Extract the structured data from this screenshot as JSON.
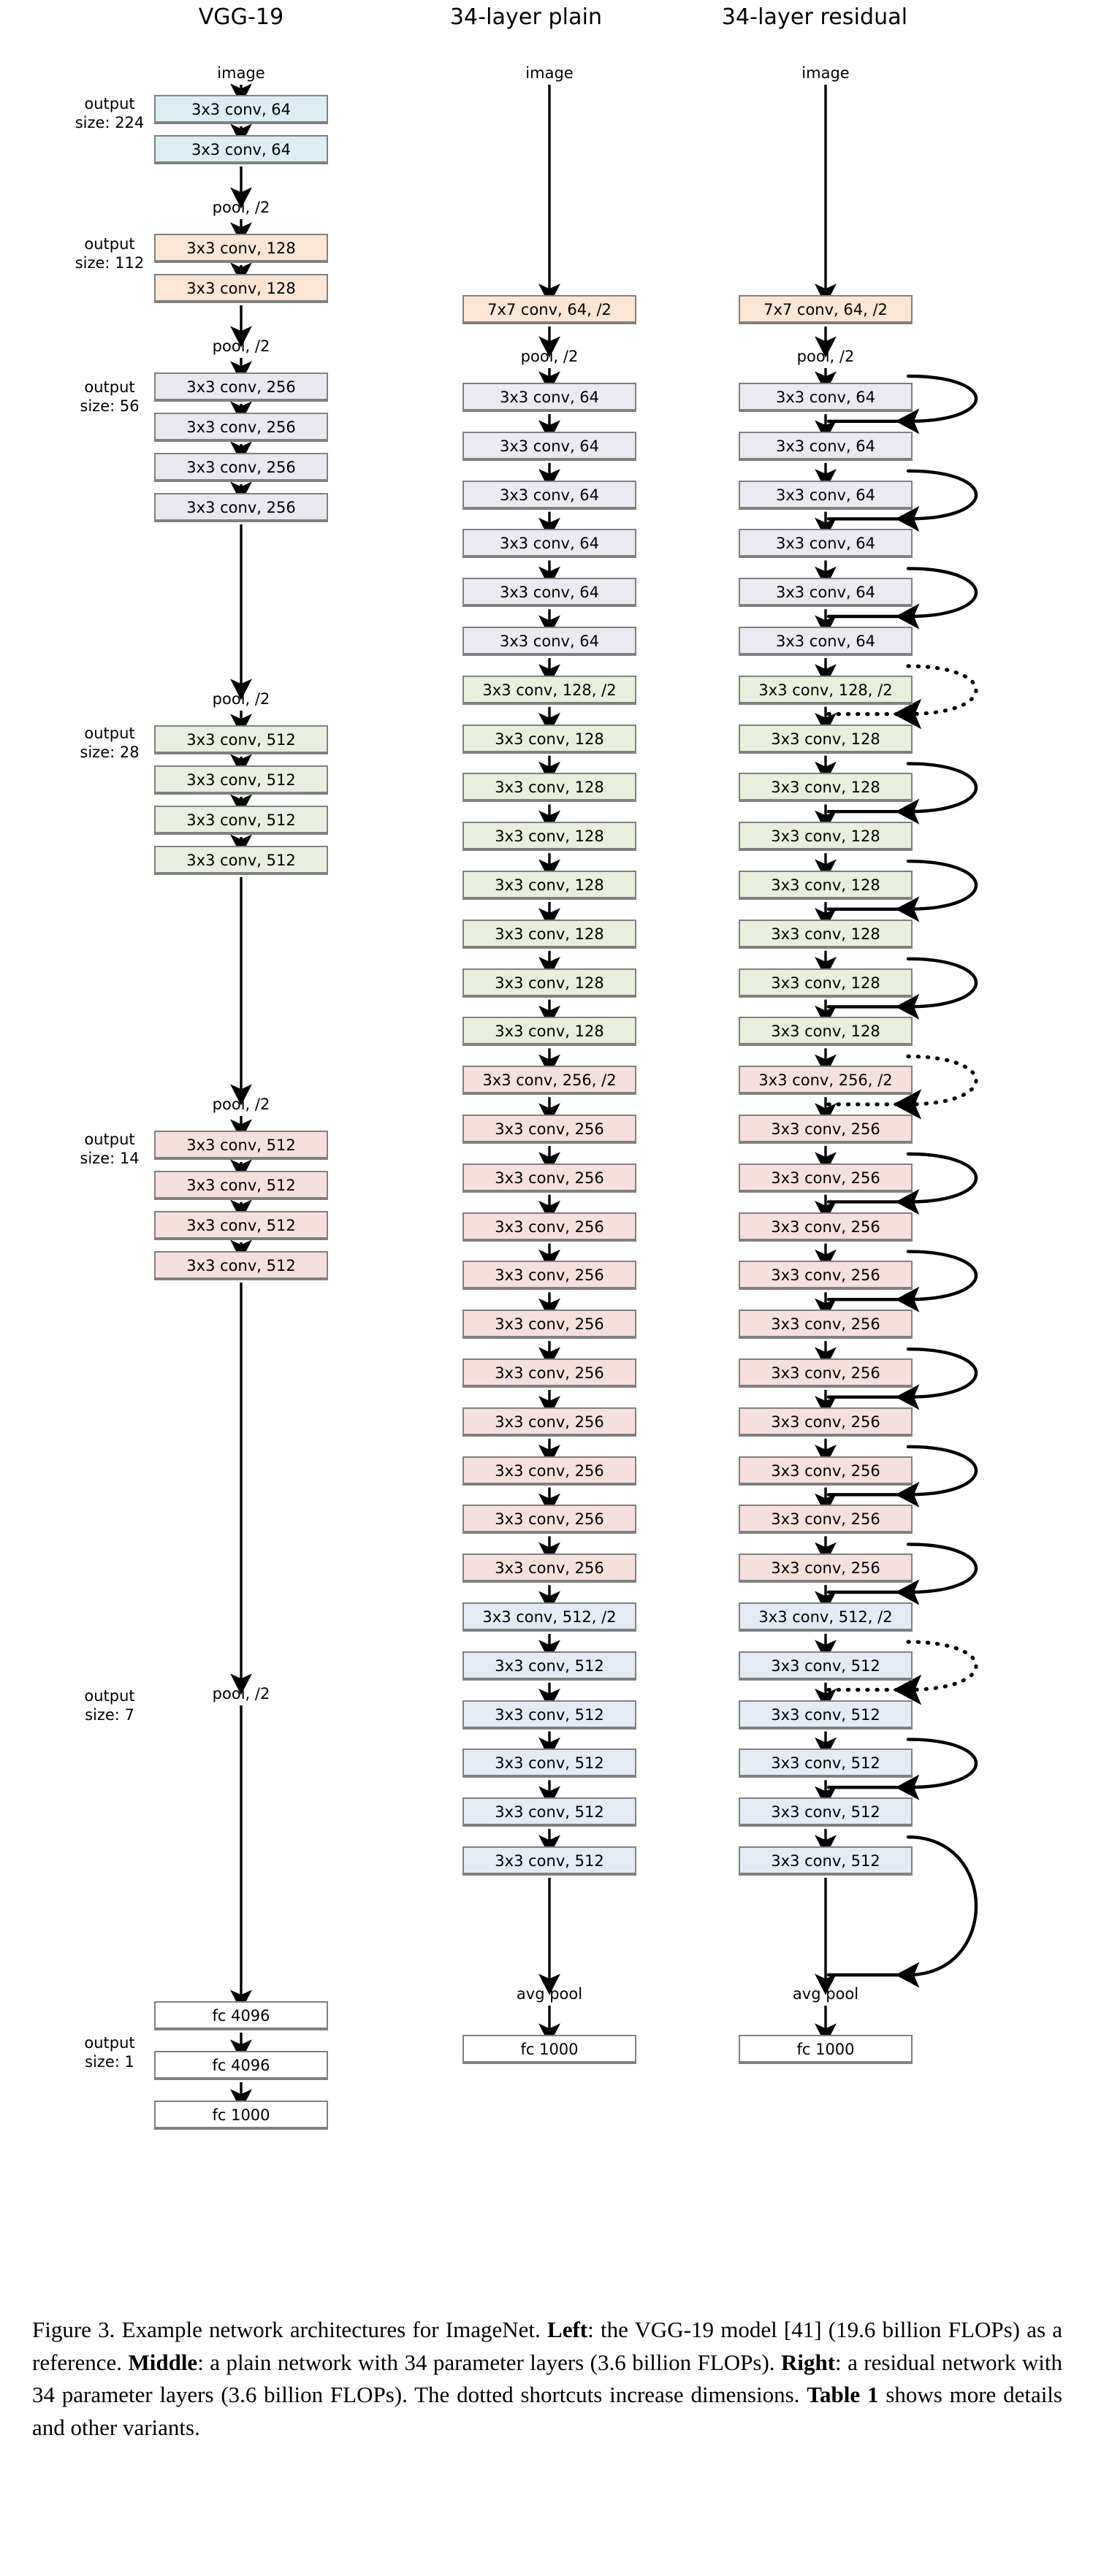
{
  "figure": {
    "number": "Figure 3.",
    "caption_parts": [
      {
        "t": "Figure 3. Example network architectures for ImageNet. ",
        "b": false
      },
      {
        "t": "Left",
        "b": true
      },
      {
        "t": ": the VGG-19 model [41] (19.6 billion FLOPs) as a reference. ",
        "b": false
      },
      {
        "t": "Middle",
        "b": true
      },
      {
        "t": ": a plain network with 34 parameter layers (3.6 billion FLOPs). ",
        "b": false
      },
      {
        "t": "Right",
        "b": true
      },
      {
        "t": ": a residual network with 34 parameter layers (3.6 billion FLOPs). The dotted shortcuts increase dimensions. ",
        "b": false
      },
      {
        "t": "Table 1",
        "b": true
      },
      {
        "t": " shows more details and other variants.",
        "b": false
      }
    ],
    "caption_text": "Figure 3. Example network architectures for ImageNet. Left: the VGG-19 model [41] (19.6 billion FLOPs) as a reference. Middle: a plain network with 34 parameter layers (3.6 billion FLOPs). Right: a residual network with 34 parameter layers (3.6 billion FLOPs). The dotted shortcuts increase dimensions. Table 1 shows more details and other variants."
  },
  "columns": [
    {
      "id": "vgg19",
      "title": "VGG-19",
      "input_label": "image"
    },
    {
      "id": "plain34",
      "title": "34-layer plain",
      "input_label": "image"
    },
    {
      "id": "res34",
      "title": "34-layer residual",
      "input_label": "image"
    }
  ],
  "output_sizes": [
    {
      "line1": "output",
      "line2": "size: 224"
    },
    {
      "line1": "output",
      "line2": "size: 112"
    },
    {
      "line1": "output",
      "line2": "size: 56"
    },
    {
      "line1": "output",
      "line2": "size: 28"
    },
    {
      "line1": "output",
      "line2": "size: 14"
    },
    {
      "line1": "output",
      "line2": "size: 7"
    },
    {
      "line1": "output",
      "line2": "size: 1"
    }
  ],
  "palette": {
    "conv64": "#dceef3",
    "conv128_vgg": "#fbe6d5",
    "conv256_vgg": "#e9e7f0",
    "conv512a_vgg": "#e8efe0",
    "conv512b_vgg": "#f6e0dd",
    "stem7x7": "#fbe6d5",
    "block64": "#ebe9f1",
    "block128": "#e8efdc",
    "block256": "#f6e0dd",
    "block512": "#e4ebf5",
    "fc": "#ffffff",
    "border": "#808080",
    "arrow": "#000000"
  },
  "vgg19_nodes": [
    {
      "k": "text",
      "label": "image"
    },
    {
      "k": "box",
      "label": "3x3 conv, 64",
      "fill": "conv64"
    },
    {
      "k": "box",
      "label": "3x3 conv, 64",
      "fill": "conv64"
    },
    {
      "k": "text",
      "label": "pool, /2"
    },
    {
      "k": "box",
      "label": "3x3 conv, 128",
      "fill": "conv128_vgg"
    },
    {
      "k": "box",
      "label": "3x3 conv, 128",
      "fill": "conv128_vgg"
    },
    {
      "k": "text",
      "label": "pool, /2"
    },
    {
      "k": "box",
      "label": "3x3 conv, 256",
      "fill": "conv256_vgg"
    },
    {
      "k": "box",
      "label": "3x3 conv, 256",
      "fill": "conv256_vgg"
    },
    {
      "k": "box",
      "label": "3x3 conv, 256",
      "fill": "conv256_vgg"
    },
    {
      "k": "box",
      "label": "3x3 conv, 256",
      "fill": "conv256_vgg"
    },
    {
      "k": "text",
      "label": "pool, /2"
    },
    {
      "k": "box",
      "label": "3x3 conv, 512",
      "fill": "conv512a_vgg"
    },
    {
      "k": "box",
      "label": "3x3 conv, 512",
      "fill": "conv512a_vgg"
    },
    {
      "k": "box",
      "label": "3x3 conv, 512",
      "fill": "conv512a_vgg"
    },
    {
      "k": "box",
      "label": "3x3 conv, 512",
      "fill": "conv512a_vgg"
    },
    {
      "k": "text",
      "label": "pool, /2"
    },
    {
      "k": "box",
      "label": "3x3 conv, 512",
      "fill": "conv512b_vgg"
    },
    {
      "k": "box",
      "label": "3x3 conv, 512",
      "fill": "conv512b_vgg"
    },
    {
      "k": "box",
      "label": "3x3 conv, 512",
      "fill": "conv512b_vgg"
    },
    {
      "k": "box",
      "label": "3x3 conv, 512",
      "fill": "conv512b_vgg"
    },
    {
      "k": "text",
      "label": "pool, /2"
    },
    {
      "k": "box",
      "label": "fc 4096",
      "fill": "fc"
    },
    {
      "k": "box",
      "label": "fc 4096",
      "fill": "fc"
    },
    {
      "k": "box",
      "label": "fc 1000",
      "fill": "fc"
    }
  ],
  "plain34_nodes": [
    {
      "k": "text",
      "label": "image"
    },
    {
      "k": "box",
      "label": "7x7 conv, 64, /2",
      "fill": "stem7x7"
    },
    {
      "k": "text",
      "label": "pool, /2"
    },
    {
      "k": "box",
      "label": "3x3 conv, 64",
      "fill": "block64"
    },
    {
      "k": "box",
      "label": "3x3 conv, 64",
      "fill": "block64"
    },
    {
      "k": "box",
      "label": "3x3 conv, 64",
      "fill": "block64"
    },
    {
      "k": "box",
      "label": "3x3 conv, 64",
      "fill": "block64"
    },
    {
      "k": "box",
      "label": "3x3 conv, 64",
      "fill": "block64"
    },
    {
      "k": "box",
      "label": "3x3 conv, 64",
      "fill": "block64"
    },
    {
      "k": "box",
      "label": "3x3 conv, 128, /2",
      "fill": "block128"
    },
    {
      "k": "box",
      "label": "3x3 conv, 128",
      "fill": "block128"
    },
    {
      "k": "box",
      "label": "3x3 conv, 128",
      "fill": "block128"
    },
    {
      "k": "box",
      "label": "3x3 conv, 128",
      "fill": "block128"
    },
    {
      "k": "box",
      "label": "3x3 conv, 128",
      "fill": "block128"
    },
    {
      "k": "box",
      "label": "3x3 conv, 128",
      "fill": "block128"
    },
    {
      "k": "box",
      "label": "3x3 conv, 128",
      "fill": "block128"
    },
    {
      "k": "box",
      "label": "3x3 conv, 128",
      "fill": "block128"
    },
    {
      "k": "box",
      "label": "3x3 conv, 256, /2",
      "fill": "block256"
    },
    {
      "k": "box",
      "label": "3x3 conv, 256",
      "fill": "block256"
    },
    {
      "k": "box",
      "label": "3x3 conv, 256",
      "fill": "block256"
    },
    {
      "k": "box",
      "label": "3x3 conv, 256",
      "fill": "block256"
    },
    {
      "k": "box",
      "label": "3x3 conv, 256",
      "fill": "block256"
    },
    {
      "k": "box",
      "label": "3x3 conv, 256",
      "fill": "block256"
    },
    {
      "k": "box",
      "label": "3x3 conv, 256",
      "fill": "block256"
    },
    {
      "k": "box",
      "label": "3x3 conv, 256",
      "fill": "block256"
    },
    {
      "k": "box",
      "label": "3x3 conv, 256",
      "fill": "block256"
    },
    {
      "k": "box",
      "label": "3x3 conv, 256",
      "fill": "block256"
    },
    {
      "k": "box",
      "label": "3x3 conv, 256",
      "fill": "block256"
    },
    {
      "k": "box",
      "label": "3x3 conv, 512, /2",
      "fill": "block512"
    },
    {
      "k": "box",
      "label": "3x3 conv, 512",
      "fill": "block512"
    },
    {
      "k": "box",
      "label": "3x3 conv, 512",
      "fill": "block512"
    },
    {
      "k": "box",
      "label": "3x3 conv, 512",
      "fill": "block512"
    },
    {
      "k": "box",
      "label": "3x3 conv, 512",
      "fill": "block512"
    },
    {
      "k": "box",
      "label": "3x3 conv, 512",
      "fill": "block512"
    },
    {
      "k": "text",
      "label": "avg pool"
    },
    {
      "k": "box",
      "label": "fc 1000",
      "fill": "fc"
    }
  ],
  "res34_nodes": [
    {
      "k": "text",
      "label": "image"
    },
    {
      "k": "box",
      "label": "7x7 conv, 64, /2",
      "fill": "stem7x7"
    },
    {
      "k": "text",
      "label": "pool, /2"
    },
    {
      "k": "box",
      "label": "3x3 conv, 64",
      "fill": "block64"
    },
    {
      "k": "box",
      "label": "3x3 conv, 64",
      "fill": "block64"
    },
    {
      "k": "box",
      "label": "3x3 conv, 64",
      "fill": "block64"
    },
    {
      "k": "box",
      "label": "3x3 conv, 64",
      "fill": "block64"
    },
    {
      "k": "box",
      "label": "3x3 conv, 64",
      "fill": "block64"
    },
    {
      "k": "box",
      "label": "3x3 conv, 64",
      "fill": "block64"
    },
    {
      "k": "box",
      "label": "3x3 conv, 128, /2",
      "fill": "block128"
    },
    {
      "k": "box",
      "label": "3x3 conv, 128",
      "fill": "block128"
    },
    {
      "k": "box",
      "label": "3x3 conv, 128",
      "fill": "block128"
    },
    {
      "k": "box",
      "label": "3x3 conv, 128",
      "fill": "block128"
    },
    {
      "k": "box",
      "label": "3x3 conv, 128",
      "fill": "block128"
    },
    {
      "k": "box",
      "label": "3x3 conv, 128",
      "fill": "block128"
    },
    {
      "k": "box",
      "label": "3x3 conv, 128",
      "fill": "block128"
    },
    {
      "k": "box",
      "label": "3x3 conv, 128",
      "fill": "block128"
    },
    {
      "k": "box",
      "label": "3x3 conv, 256, /2",
      "fill": "block256"
    },
    {
      "k": "box",
      "label": "3x3 conv, 256",
      "fill": "block256"
    },
    {
      "k": "box",
      "label": "3x3 conv, 256",
      "fill": "block256"
    },
    {
      "k": "box",
      "label": "3x3 conv, 256",
      "fill": "block256"
    },
    {
      "k": "box",
      "label": "3x3 conv, 256",
      "fill": "block256"
    },
    {
      "k": "box",
      "label": "3x3 conv, 256",
      "fill": "block256"
    },
    {
      "k": "box",
      "label": "3x3 conv, 256",
      "fill": "block256"
    },
    {
      "k": "box",
      "label": "3x3 conv, 256",
      "fill": "block256"
    },
    {
      "k": "box",
      "label": "3x3 conv, 256",
      "fill": "block256"
    },
    {
      "k": "box",
      "label": "3x3 conv, 256",
      "fill": "block256"
    },
    {
      "k": "box",
      "label": "3x3 conv, 256",
      "fill": "block256"
    },
    {
      "k": "box",
      "label": "3x3 conv, 512, /2",
      "fill": "block512"
    },
    {
      "k": "box",
      "label": "3x3 conv, 512",
      "fill": "block512"
    },
    {
      "k": "box",
      "label": "3x3 conv, 512",
      "fill": "block512"
    },
    {
      "k": "box",
      "label": "3x3 conv, 512",
      "fill": "block512"
    },
    {
      "k": "box",
      "label": "3x3 conv, 512",
      "fill": "block512"
    },
    {
      "k": "box",
      "label": "3x3 conv, 512",
      "fill": "block512"
    },
    {
      "k": "text",
      "label": "avg pool"
    },
    {
      "k": "box",
      "label": "fc 1000",
      "fill": "fc"
    }
  ],
  "shortcuts": [
    {
      "from": 2,
      "to": 4,
      "style": "solid"
    },
    {
      "from": 4,
      "to": 6,
      "style": "solid"
    },
    {
      "from": 6,
      "to": 8,
      "style": "solid"
    },
    {
      "from": 8,
      "to": 10,
      "style": "dotted"
    },
    {
      "from": 10,
      "to": 12,
      "style": "solid"
    },
    {
      "from": 12,
      "to": 14,
      "style": "solid"
    },
    {
      "from": 14,
      "to": 16,
      "style": "solid"
    },
    {
      "from": 16,
      "to": 18,
      "style": "dotted"
    },
    {
      "from": 18,
      "to": 20,
      "style": "solid"
    },
    {
      "from": 20,
      "to": 22,
      "style": "solid"
    },
    {
      "from": 22,
      "to": 24,
      "style": "solid"
    },
    {
      "from": 24,
      "to": 26,
      "style": "solid"
    },
    {
      "from": 26,
      "to": 28,
      "style": "solid"
    },
    {
      "from": 28,
      "to": 30,
      "style": "dotted"
    },
    {
      "from": 30,
      "to": 32,
      "style": "solid"
    },
    {
      "from": 32,
      "to": 34,
      "style": "solid"
    }
  ]
}
